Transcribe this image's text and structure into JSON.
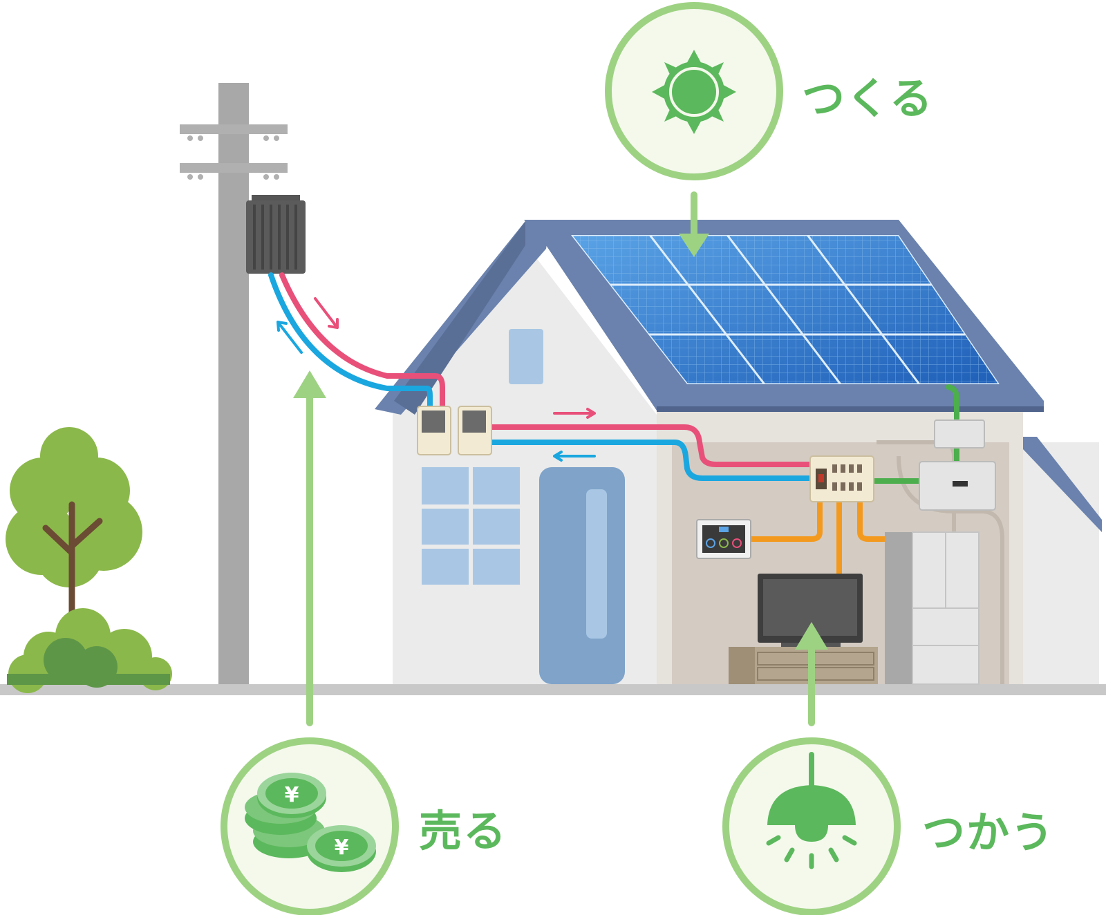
{
  "labels": {
    "make": "つくる",
    "sell": "売る",
    "use": "つかう"
  },
  "icons": {
    "make": "sun-icon",
    "sell": "yen-coins-icon",
    "use": "pendant-lamp-icon"
  },
  "colors": {
    "accent_green": "#5cb85c",
    "circle_ring": "#9ed283",
    "circle_fill": "#f4f9ec",
    "sell_line": "#e8507a",
    "buy_line": "#1aa7e0",
    "indoor_line": "#f39a1e",
    "solar_line": "#4cae4c"
  }
}
